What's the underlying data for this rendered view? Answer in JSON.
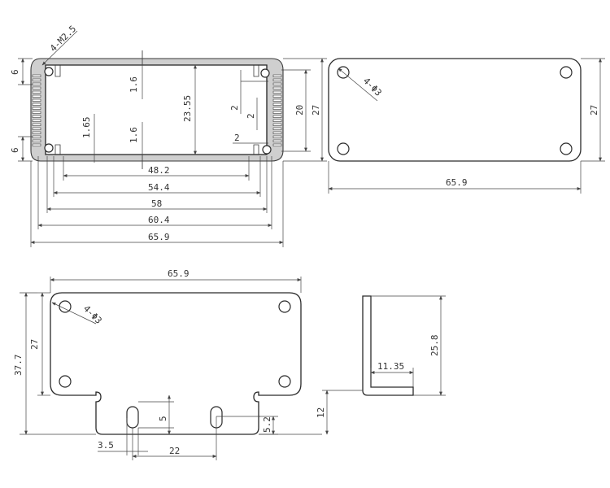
{
  "views": {
    "profile": {
      "thread": "4-M2.5",
      "overall_width": "65.9",
      "width_60": "60.4",
      "width_58": "58",
      "width_54": "54.4",
      "width_48": "48.2",
      "left_6_top": "6",
      "left_6_bottom": "6",
      "wall_top": "1.6",
      "wall_bottom": "1.6",
      "inner_height": "23.55",
      "slot_height": "1.65",
      "slot_2a": "2",
      "slot_2b": "2",
      "slot_2c": "2",
      "height_20": "20",
      "height_27": "27"
    },
    "end_plate": {
      "holes": "4-Φ3",
      "width": "65.9",
      "height": "27"
    },
    "front_panel": {
      "width": "65.9",
      "height_27": "27",
      "total_height": "37.7",
      "holes": "4-Φ3",
      "tab_height": "5",
      "bottom_offset": "5.2",
      "slot_width": "3.5",
      "slot_pitch": "22"
    },
    "side_view": {
      "height": "25.8",
      "flange": "11.35",
      "tab": "12"
    }
  }
}
